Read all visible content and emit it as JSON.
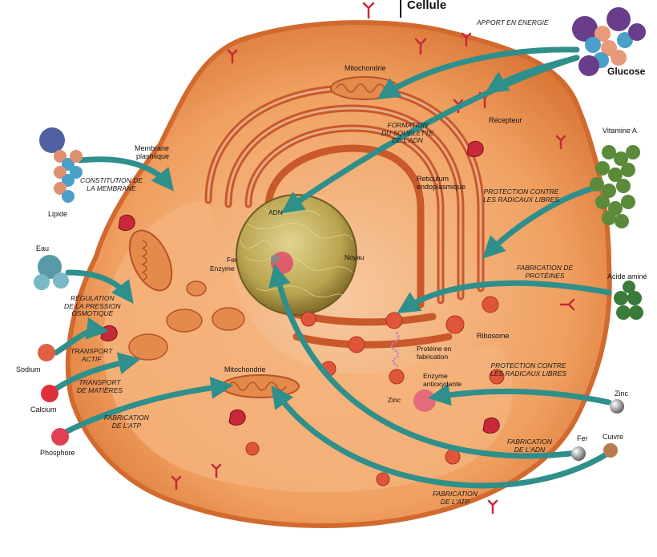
{
  "title": "Cellule",
  "nutrients": {
    "glucose": "Glucose",
    "lipide": "Lipide",
    "eau": "Eau",
    "sodium": "Sodium",
    "calcium": "Calcium",
    "phosphore": "Phosphore",
    "vitamine_a": "Vitamine A",
    "acide_amine": "Acide aminé",
    "zinc": "Zinc",
    "fer": "Fer",
    "cuivre": "Cuivre"
  },
  "structures": {
    "membrane": "Membrane\nplasmique",
    "mitochondrie_top": "Mitochondrie",
    "mitochondrie_bottom": "Mitochondrie",
    "recepteur": "Récepteur",
    "reticulum": "Reticulum\nendoplasmique",
    "adn": "ADN",
    "noyau": "Noyau",
    "fer": "Fer",
    "enzyme": "Enzyme",
    "ribosome": "Ribosome",
    "proteine": "Protéine en\nfabrication",
    "enzyme_antiox": "Enzyme\nantioxydante",
    "zinc": "Zinc"
  },
  "processes": {
    "apport_energie": "APPORT EN ÉNERGIE",
    "squelette_adn": "FORMATION\nDU SQUELETTE\nDE L'ADN",
    "constitution_membrane": "CONSTITUTION DE\nLA MEMBRANE",
    "protection_1": "PROTECTION CONTRE\nLES RADICAUX LIBRES",
    "fabrication_proteines": "FABRICATION DE\nPROTÉINES",
    "regulation_pression": "RÉGULATION\nDE LA PRESSION\nOSMOTIQUE",
    "transport_actif": "TRANSPORT\nACTIF",
    "transport_matieres": "TRANSPORT\nDE MATIÈRES",
    "fabrication_atp_1": "FABRICATION\nDE L'ATP",
    "protection_2": "PROTECTION CONTRE\nLES RADICAUX LIBRES",
    "fabrication_adn": "FABRICATION\nDE L'ADN",
    "fabrication_atp_2": "FABRICATION\nDE L'ATP"
  },
  "colors": {
    "cytoplasm": "#f0a060",
    "membrane": "#e07a40",
    "nucleus": "#b8a050",
    "arrow": "#2f8f8a",
    "red_organelle": "#c8283a"
  }
}
